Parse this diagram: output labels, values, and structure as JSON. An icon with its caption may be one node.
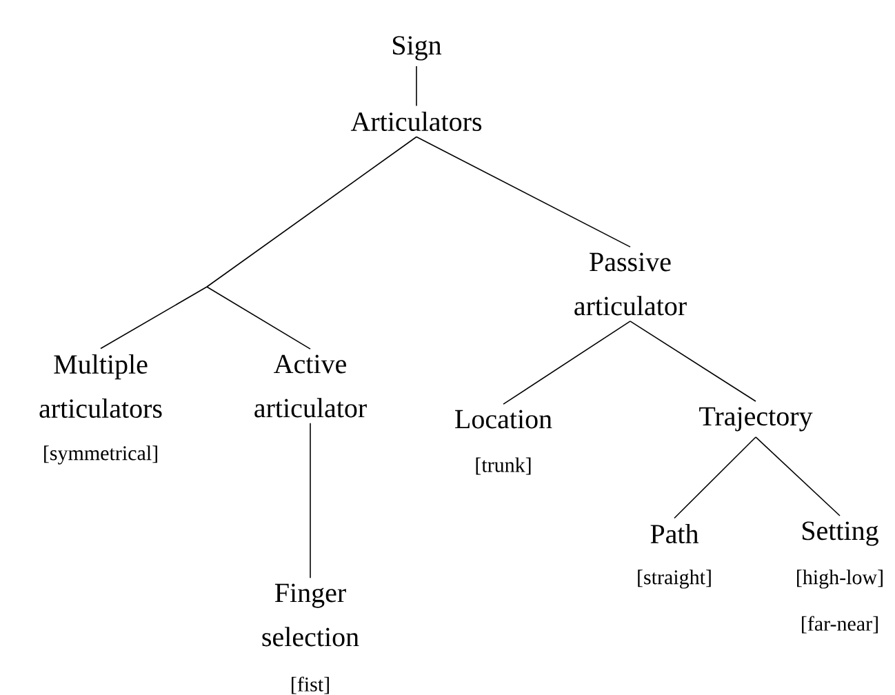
{
  "diagram": {
    "nodes": [
      {
        "text": [
          "Sign"
        ]
      },
      {
        "text": [
          "Articulators"
        ]
      },
      {
        "text": [
          "Passive articulator"
        ]
      },
      {
        "text": [
          "Multiple articulators"
        ],
        "beside": [
          "[symmetrical]"
        ]
      },
      {
        "text": [
          "Active articulator"
        ]
      },
      {
        "text": [
          "Location"
        ],
        "beside": [
          "[trunk]"
        ]
      },
      {
        "text": [
          "Trajectory"
        ]
      },
      {
        "text": [
          "Finger selection"
        ],
        "beside": [
          "[fist]"
        ]
      },
      {
        "text": [
          "Path"
        ],
        "beside": [
          "[straight]"
        ]
      },
      {
        "text": [
          "Setting"
        ],
        "beside": [
          "[high-low]",
          "[far-near]"
        ]
      }
    ],
    "edges": [
      {
        "from": 0,
        "to": 1,
        "arrow": "none"
      },
      {
        "from": 1,
        "to": 3,
        "arrow": "none"
      },
      {
        "from": 1,
        "to": 4,
        "arrow": "none"
      },
      {
        "from": 1,
        "to": 2,
        "arrow": "none"
      },
      {
        "from": 4,
        "to": 7,
        "arrow": "none"
      },
      {
        "from": 2,
        "to": 5,
        "arrow": "none"
      },
      {
        "from": 2,
        "to": 6,
        "arrow": "none"
      },
      {
        "from": 6,
        "to": 8,
        "arrow": "none"
      },
      {
        "from": 6,
        "to": 9,
        "arrow": "none"
      }
    ]
  }
}
